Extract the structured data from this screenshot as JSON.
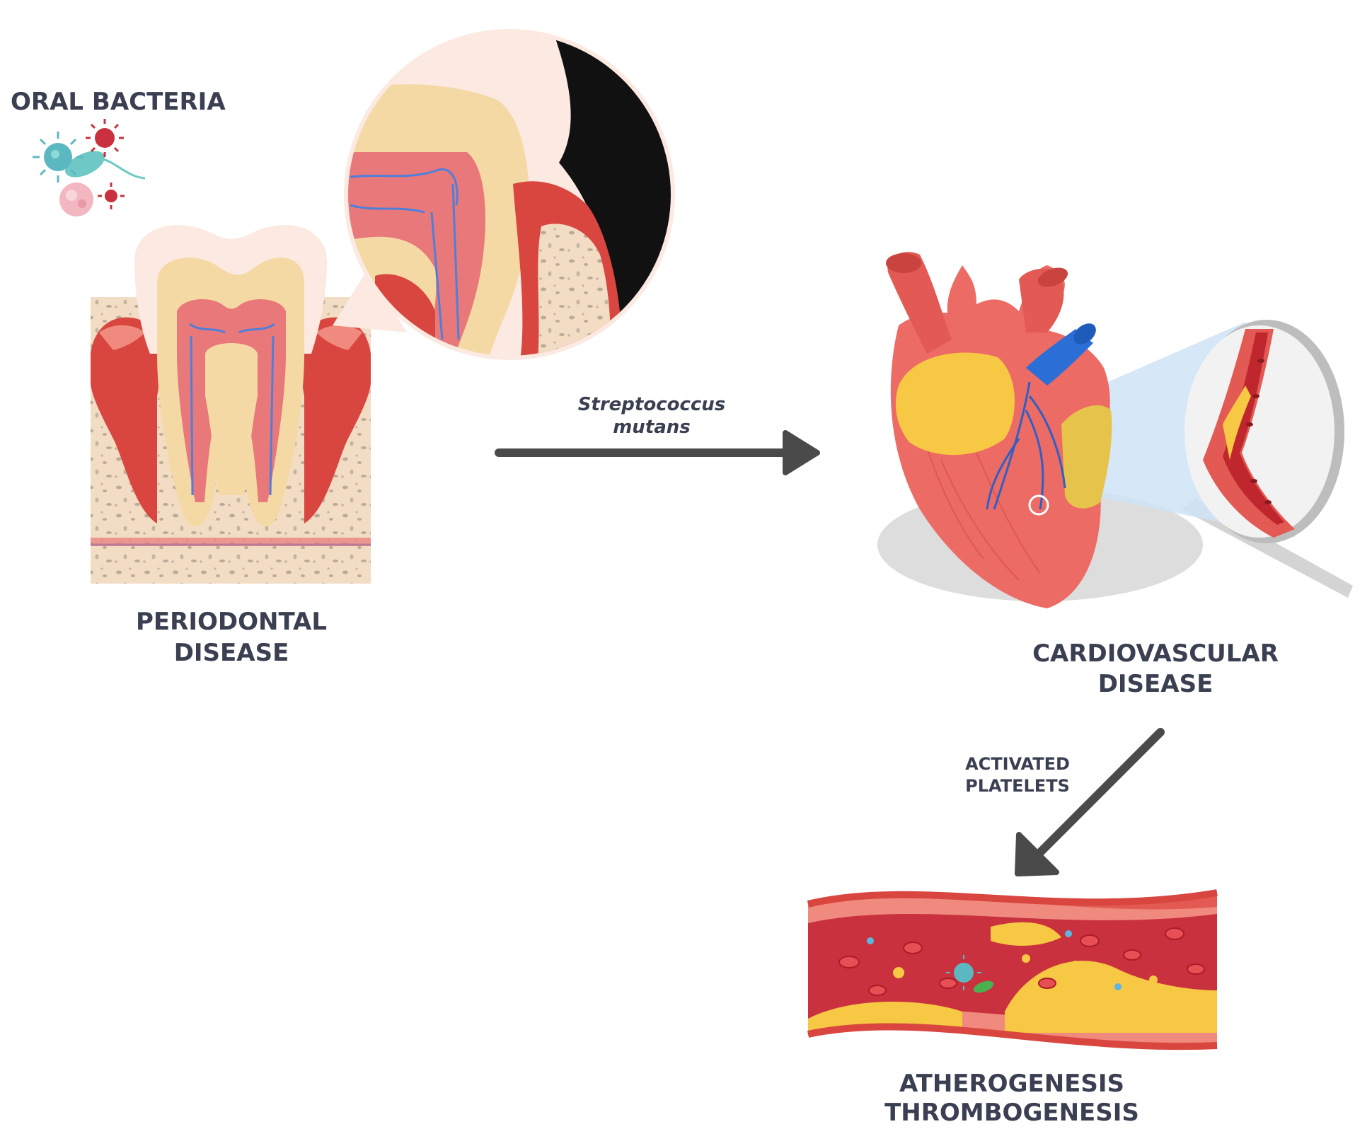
{
  "labels": {
    "oral_bacteria": "ORAL BACTERIA",
    "periodontal_line1": "PERIODONTAL",
    "periodontal_line2": "DISEASE",
    "arrow1_line1": "Streptococcus",
    "arrow1_line2": "mutans",
    "cardio_line1": "CARDIOVASCULAR",
    "cardio_line2": "DISEASE",
    "arrow2_line1": "ACTIVATED",
    "arrow2_line2": "PLATELETS",
    "outcome_line1": "ATHEROGENESIS",
    "outcome_line2": "THROMBOGENESIS"
  },
  "colors": {
    "text": "#3a3f52",
    "arrow": "#4a4a4a",
    "gum_red": "#d9463f",
    "dentin": "#f5d9a4",
    "enamel": "#fbe9e2",
    "pulp": "#e8787a",
    "bone": "#f3dcc4",
    "vessel_blue": "#4f7fd8",
    "heart": "#ec6b64",
    "fat_yellow": "#f7c843",
    "lens_blue": "#cfe3f7"
  },
  "icons": [
    "bacteria-icon",
    "tooth-illustration",
    "heart-illustration",
    "artery-illustration"
  ]
}
